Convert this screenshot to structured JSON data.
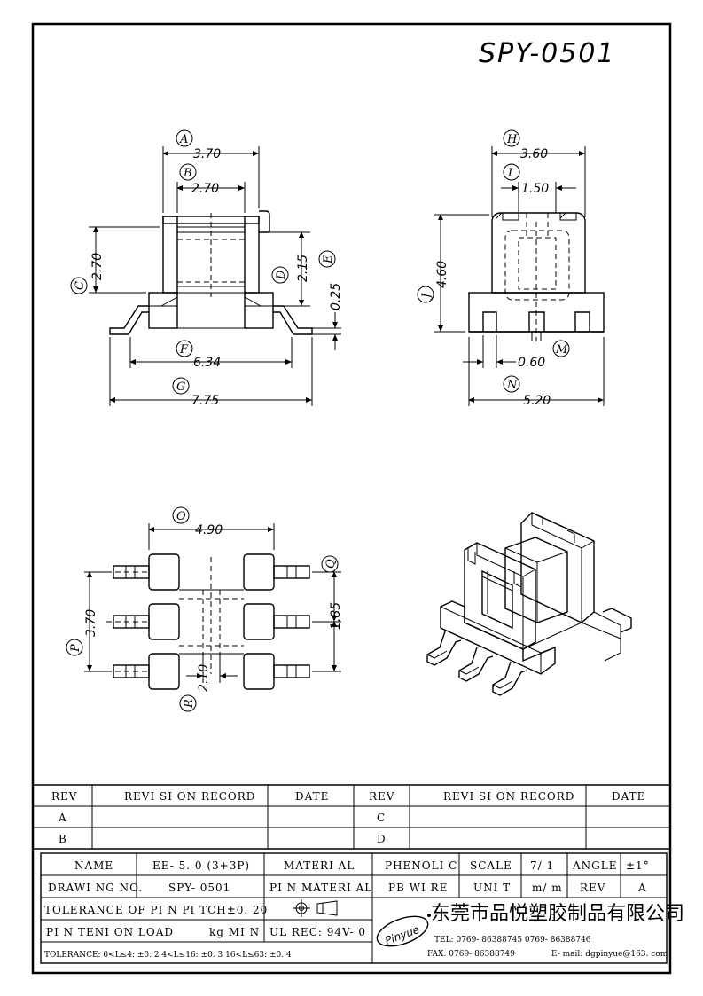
{
  "drawing": {
    "title": "SPY-0501",
    "dims_front": {
      "A": "3.70",
      "B": "2.70",
      "C": "2.70",
      "D": "2.15",
      "E": "0.25",
      "F": "6.34",
      "G": "7.75"
    },
    "dims_side": {
      "H": "3.60",
      "I": "1.50",
      "J": "4.60",
      "M": "0.60",
      "N": "5.20"
    },
    "dims_bottom": {
      "O": "4.90",
      "P": "3.70",
      "Q": "1.85",
      "R": "2.10"
    },
    "letters": {
      "A": "A",
      "B": "B",
      "C": "C",
      "D": "D",
      "E": "E",
      "F": "F",
      "G": "G",
      "H": "H",
      "I": "I",
      "J": "J",
      "M": "M",
      "N": "N",
      "O": "O",
      "P": "P",
      "Q": "Q",
      "R": "R"
    }
  },
  "revision": {
    "rev": "REV",
    "record": "REVI SI ON  RECORD",
    "date": "DATE",
    "rows_left": [
      "A",
      "B"
    ],
    "rows_right": [
      "C",
      "D"
    ]
  },
  "title_block": {
    "name_label": "NAME",
    "name_value": "EE- 5. 0  (3+3P)",
    "material_label": "MATERI AL",
    "material_value": "PHENOLI C",
    "scale_label": "SCALE",
    "scale_value": "7/ 1",
    "angle_label": "ANGLE",
    "angle_value": "±1°",
    "drawing_no_label": "DRAWI NG  NO.",
    "drawing_no_value": "SPY- 0501",
    "pin_material_label": "PI N  MATERI AL",
    "pin_material_value": "PB  WI RE",
    "unit_label": "UNI T",
    "unit_value": "m/ m",
    "rev_label": "REV",
    "rev_value": "A",
    "tolerance_pitch": "TOLERANCE  OF  PI N  PI TCH±0. 20",
    "pin_tension": "PI N  TENI ON  LOAD",
    "pin_tension_unit": "kg  MI N",
    "ul_rec": "UL  REC: 94V- 0",
    "tolerance_general": "TOLERANCE: 0<L≤4: ±0. 2   4<L≤16: ±0. 3   16<L≤63: ±0. 4",
    "logo_text": "Pinyue",
    "company": "东莞市品悦塑胶制品有限公司",
    "tel": "TEL: 0769- 86388745     0769- 86388746",
    "fax": "FAX: 0769- 86388749",
    "email": "E- mail: dgpinyue@163. com"
  }
}
